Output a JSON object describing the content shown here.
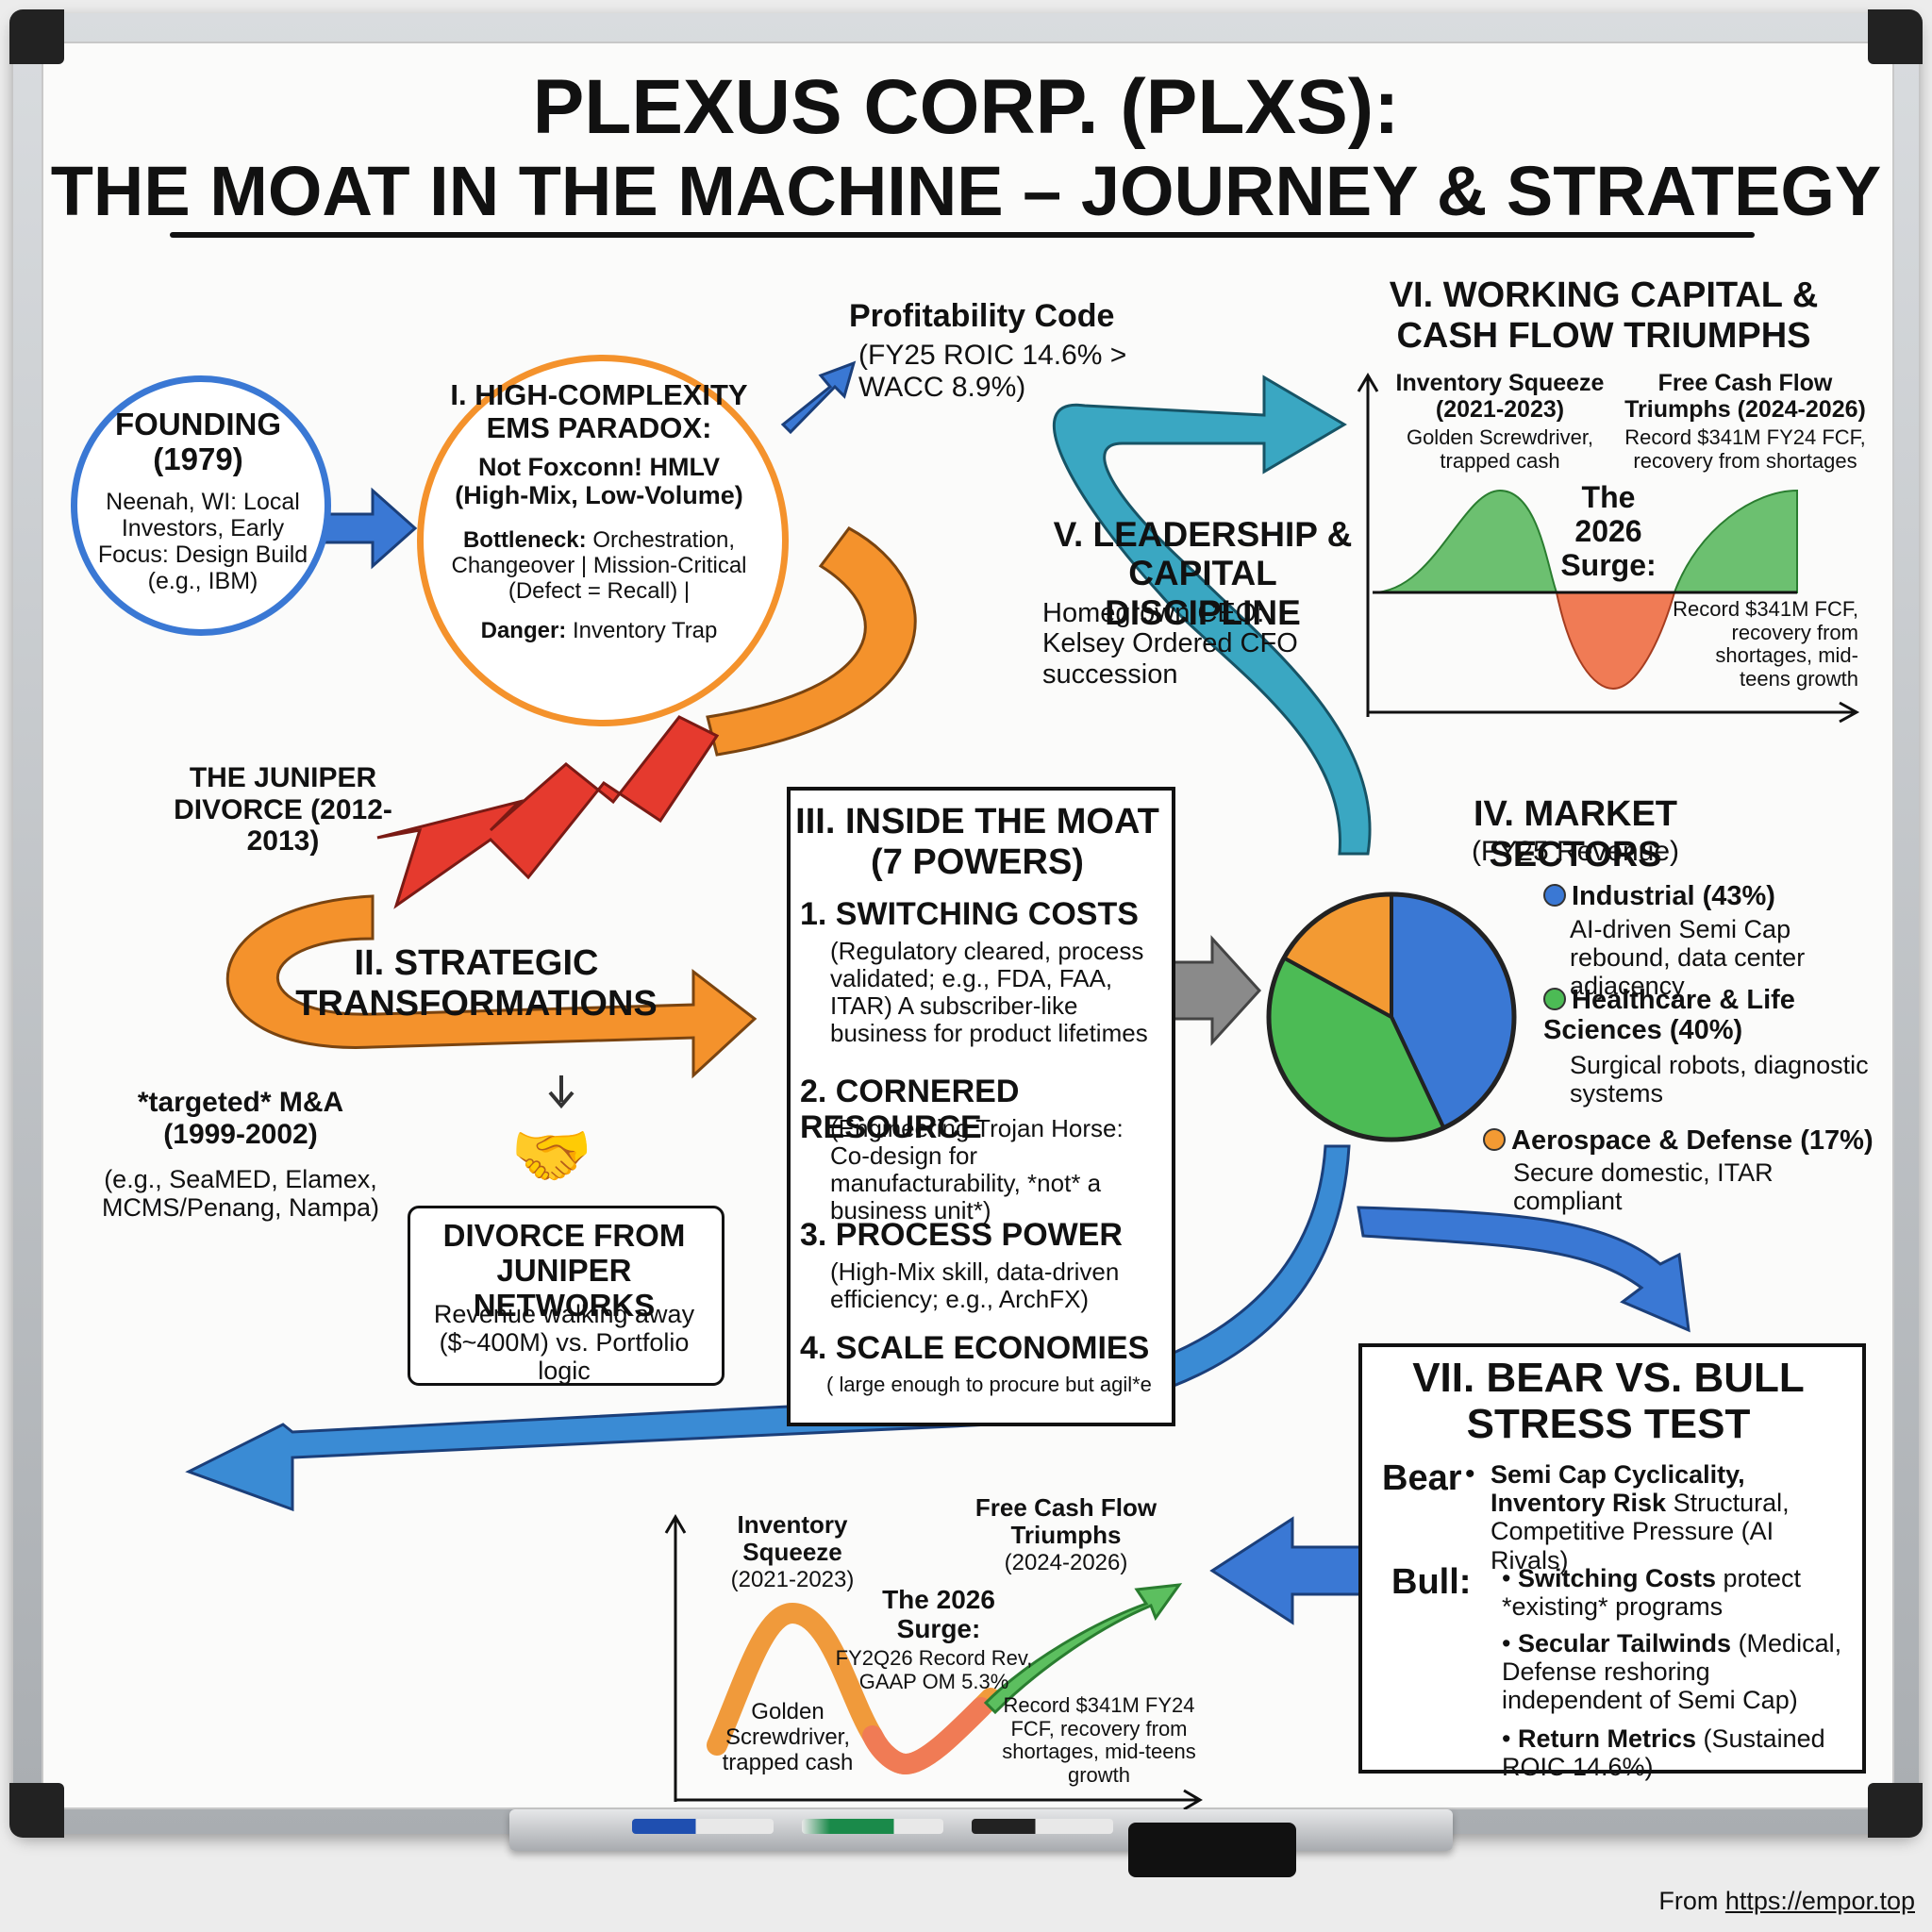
{
  "title": {
    "line1": "PLEXUS CORP. (PLXS):",
    "line2": "THE MOAT IN THE MACHINE – JOURNEY & STRATEGY"
  },
  "founding": {
    "heading": "FOUNDING (1979)",
    "body": "Neenah, WI: Local Investors, Early Focus: Design Build (e.g., IBM)"
  },
  "section1": {
    "heading": "I. HIGH-COMPLEXITY EMS PARADOX:",
    "sub": "Not Foxconn! HMLV (High-Mix, Low-Volume)",
    "bottleneck_label": "Bottleneck:",
    "bottleneck_text": "Orchestration, Changeover | Mission-Critical (Defect = Recall) |",
    "danger_label": "Danger:",
    "danger_text": "Inventory Trap"
  },
  "profitability": {
    "heading": "Profitability Code",
    "body": "(FY25 ROIC 14.6% > WACC 8.9%)"
  },
  "juniper": {
    "heading": "THE JUNIPER DIVORCE (2012-2013)"
  },
  "section2": {
    "heading": "II. STRATEGIC TRANSFORMATIONS"
  },
  "mna": {
    "heading": "*targeted* M&A (1999-2002)",
    "body": "(e.g., SeaMED, Elamex, MCMS/Penang, Nampa)"
  },
  "divorce_box": {
    "heading": "DIVORCE FROM JUNIPER NETWORKS",
    "body": "Revenue walking away ($~400M) vs. Portfolio logic"
  },
  "section3": {
    "heading": "III. INSIDE THE MOAT (7 POWERS)",
    "items": [
      {
        "title": "1. SWITCHING COSTS",
        "body": "(Regulatory cleared, process validated; e.g., FDA, FAA, ITAR) A subscriber-like business for product lifetimes"
      },
      {
        "title": "2. CORNERED RESOURCE",
        "body": "(Engineering Trojan Horse: Co-design for manufacturability, *not* a business unit*)"
      },
      {
        "title": "3. PROCESS POWER",
        "body": "(High-Mix skill, data-driven efficiency; e.g., ArchFX)"
      },
      {
        "title": "4. SCALE ECONOMIES",
        "body": "( large enough to procure but agil*e"
      }
    ]
  },
  "section4": {
    "heading": "IV. MARKET SECTORS",
    "sub": "(FY25 Revenue)",
    "sectors": [
      {
        "name": "Industrial (43%)",
        "desc": "AI-driven Semi Cap rebound, data center adjacency",
        "color": "#3a78d4"
      },
      {
        "name": "Healthcare & Life Sciences (40%)",
        "desc": "Surgical robots, diagnostic systems",
        "color": "#4cbb55"
      },
      {
        "name": "Aerospace & Defense (17%)",
        "desc": "Secure domestic, ITAR compliant",
        "color": "#f39a33"
      }
    ]
  },
  "chart_data": {
    "type": "pie",
    "categories": [
      "Industrial",
      "Healthcare & Life Sciences",
      "Aerospace & Defense"
    ],
    "values": [
      43,
      40,
      17
    ],
    "colors": [
      "#3a78d4",
      "#4cbb55",
      "#f39a33"
    ],
    "title": "IV. MARKET SECTORS",
    "subtitle": "(FY25 Revenue)"
  },
  "section5": {
    "heading": "V. LEADERSHIP & CAPITAL DISCIPLINE",
    "body": "Homegrown CEO: Kelsey Ordered CFO succession"
  },
  "section6": {
    "heading": "VI. WORKING CAPITAL & CASH FLOW TRIUMPHS",
    "squeeze_title": "Inventory Squeeze (2021-2023)",
    "squeeze_body": "Golden Screwdriver, trapped cash",
    "fcf_title": "Free Cash Flow Triumphs (2024-2026)",
    "fcf_body": "Record $341M FY24 FCF, recovery from shortages",
    "surge": "The 2026 Surge:",
    "surge_note": "Record $341M FCF, recovery from shortages, mid-teens growth"
  },
  "section7": {
    "heading": "VII. BEAR VS. BULL STRESS TEST",
    "bear_label": "Bear",
    "bear_bold": "Semi Cap Cyclicality, Inventory Risk",
    "bear_rest": "Structural, Competitive Pressure (AI Rivals)",
    "bull_label": "Bull:",
    "bull_items": [
      {
        "bold": "Switching Costs",
        "rest": "protect *existing* programs"
      },
      {
        "bold": "Secular Tailwinds",
        "rest": "(Medical, Defense reshoring independent of Semi Cap)"
      },
      {
        "bold": "Return Metrics",
        "rest": "(Sustained ROIC 14.6%)"
      }
    ]
  },
  "bottom_chart": {
    "squeeze_title": "Inventory Squeeze",
    "squeeze_years": "(2021-2023)",
    "fcf_title": "Free Cash Flow Triumphs",
    "fcf_years": "(2024-2026)",
    "surge_heading": "The 2026 Surge:",
    "surge_body": "FY2Q26 Record Rev, GAAP OM 5.3%",
    "golden": "Golden Screwdriver, trapped cash",
    "record": "Record $341M FY24 FCF, recovery from shortages, mid-teens growth"
  },
  "footer": {
    "prefix": "From",
    "link": "https://empor.top"
  }
}
